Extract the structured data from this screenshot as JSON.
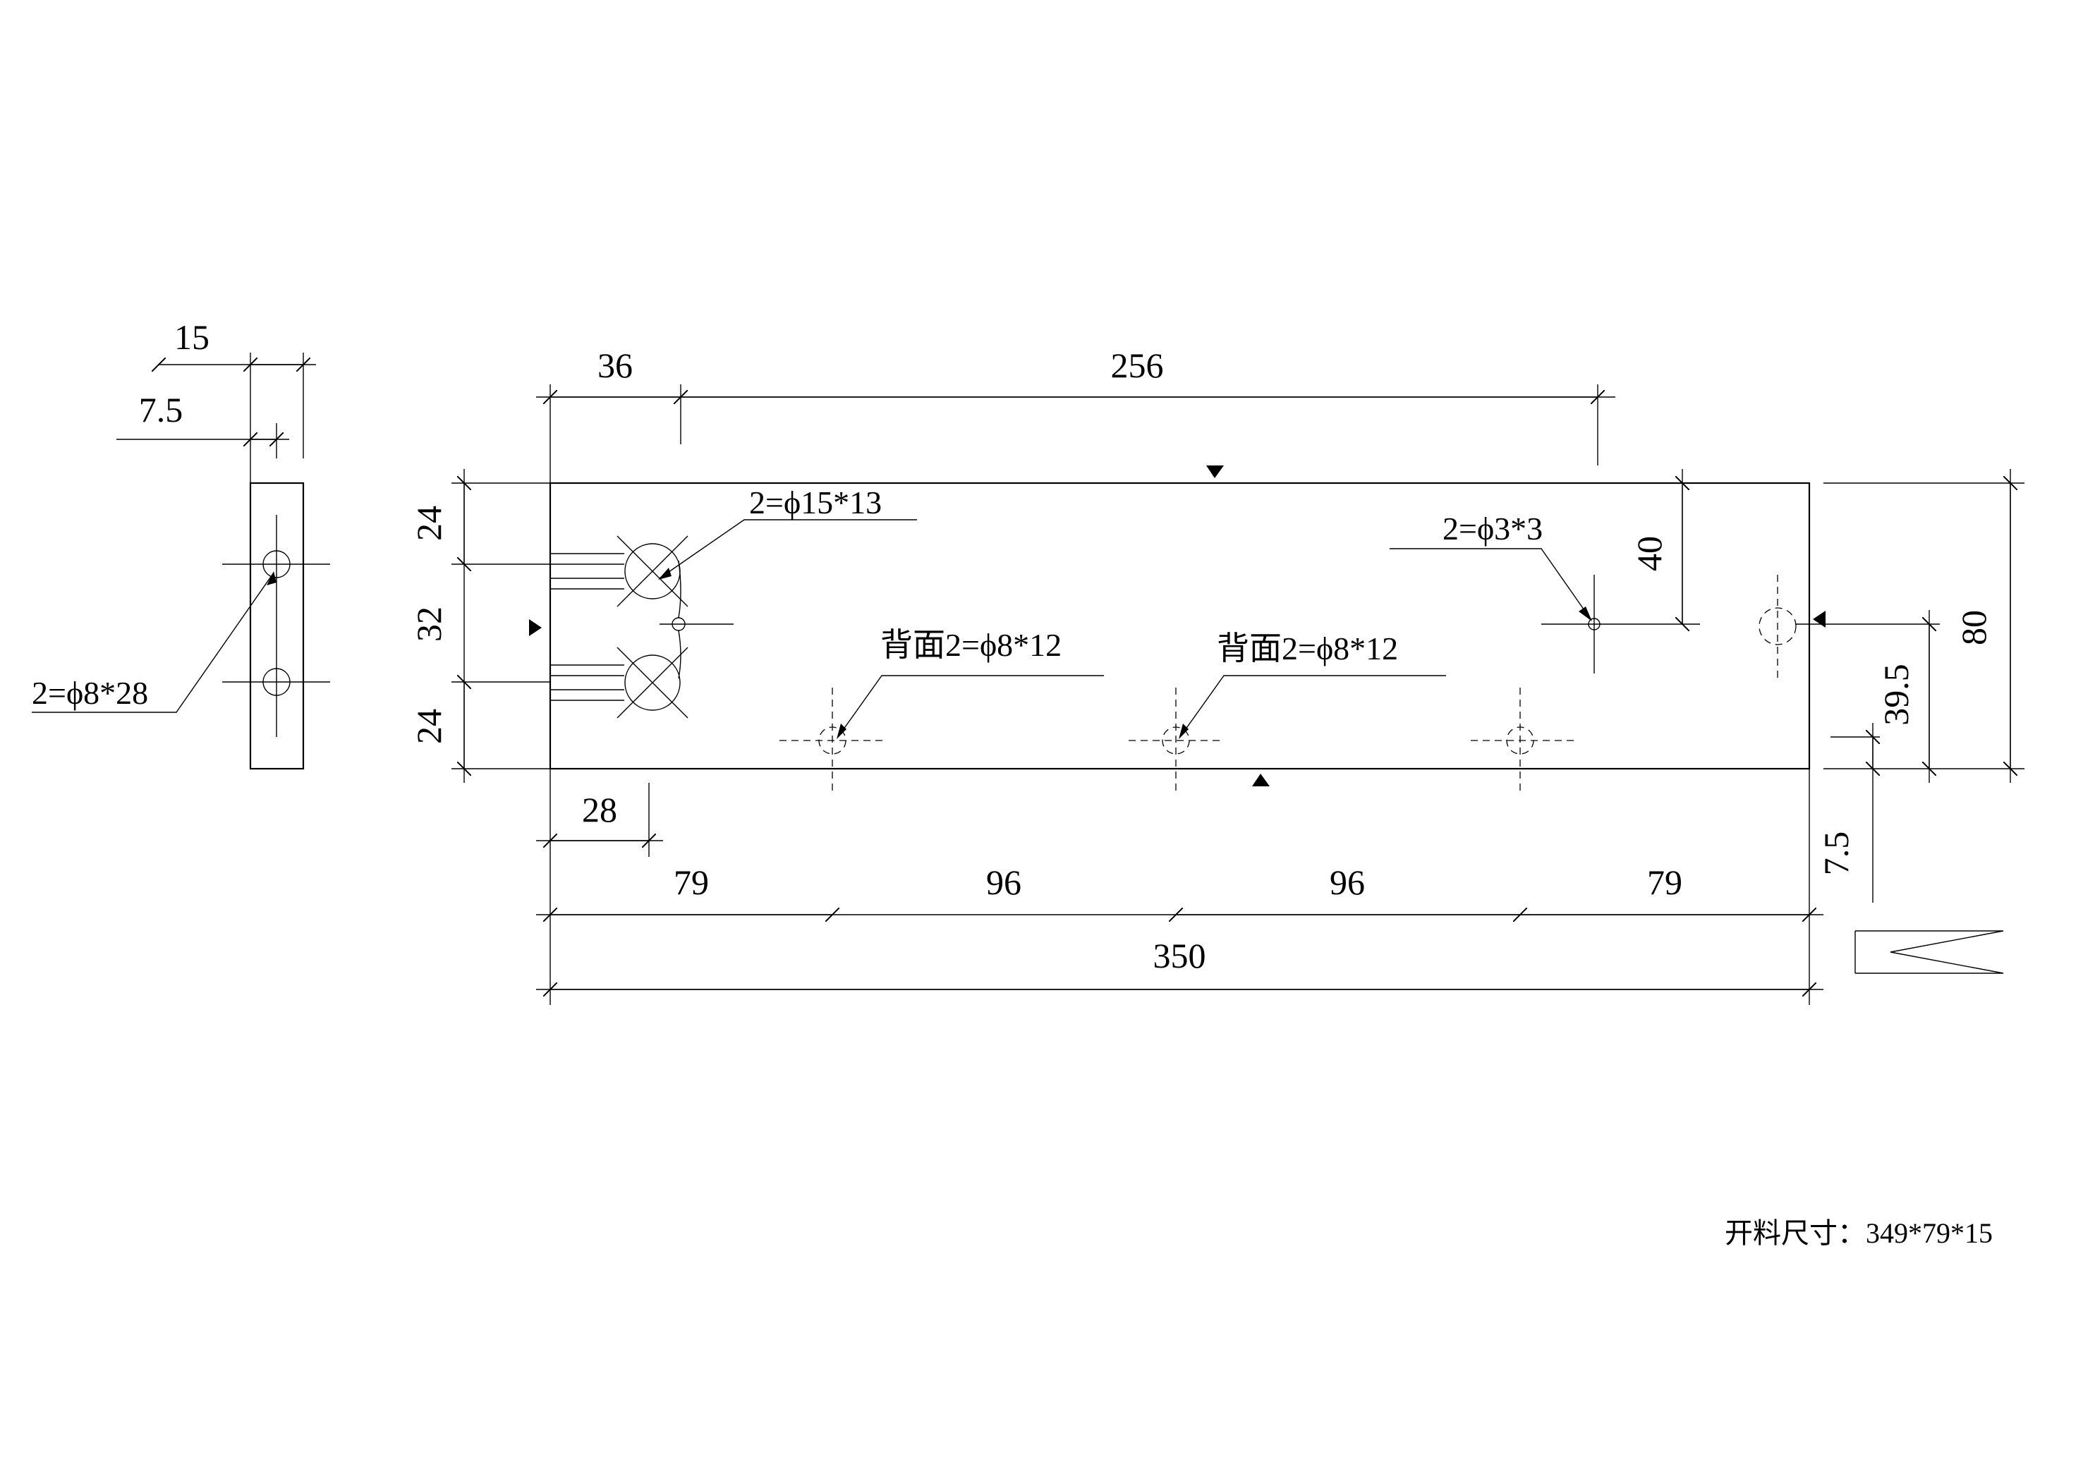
{
  "side_view": {
    "dim_width": "15",
    "dim_half": "7.5",
    "hole_note": "2=ϕ8*28"
  },
  "main_view": {
    "top_dims": {
      "left": "36",
      "middle": "256"
    },
    "left_dims": {
      "upper": "24",
      "middle": "32",
      "lower": "24"
    },
    "right_dims": {
      "hole_height": "40",
      "total_height": "80",
      "hole_offset": "39.5",
      "edge": "7.5"
    },
    "bottom_dims": {
      "small": "28",
      "seg1": "79",
      "seg2": "96",
      "seg3": "96",
      "seg4": "79",
      "overall": "350"
    },
    "hole_notes": {
      "large_holes": "2=ϕ15*13",
      "small_holes": "2=ϕ3*3",
      "back_holes_left": "背面2=ϕ8*12",
      "back_holes_right": "背面2=ϕ8*12"
    }
  },
  "material_note": "开料尺寸：349*79*15"
}
